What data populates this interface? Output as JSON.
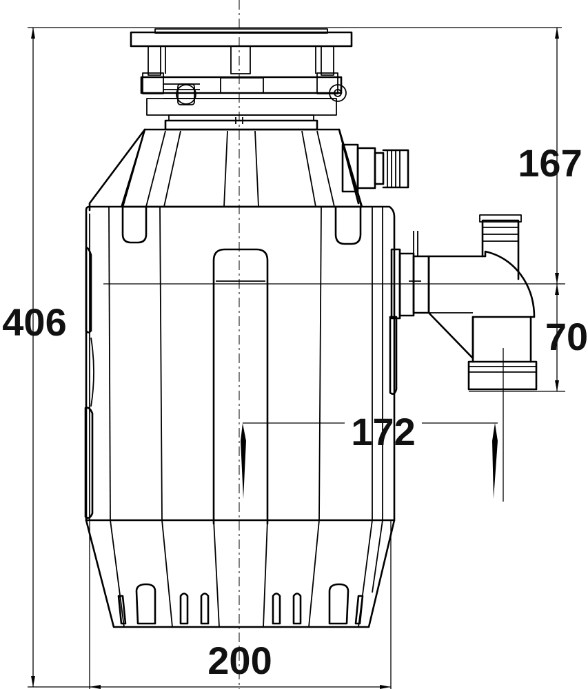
{
  "dimensions": {
    "overall_height": "406",
    "inlet_height": "167",
    "outlet_height": "70",
    "outlet_offset": "172",
    "body_width": "200"
  }
}
